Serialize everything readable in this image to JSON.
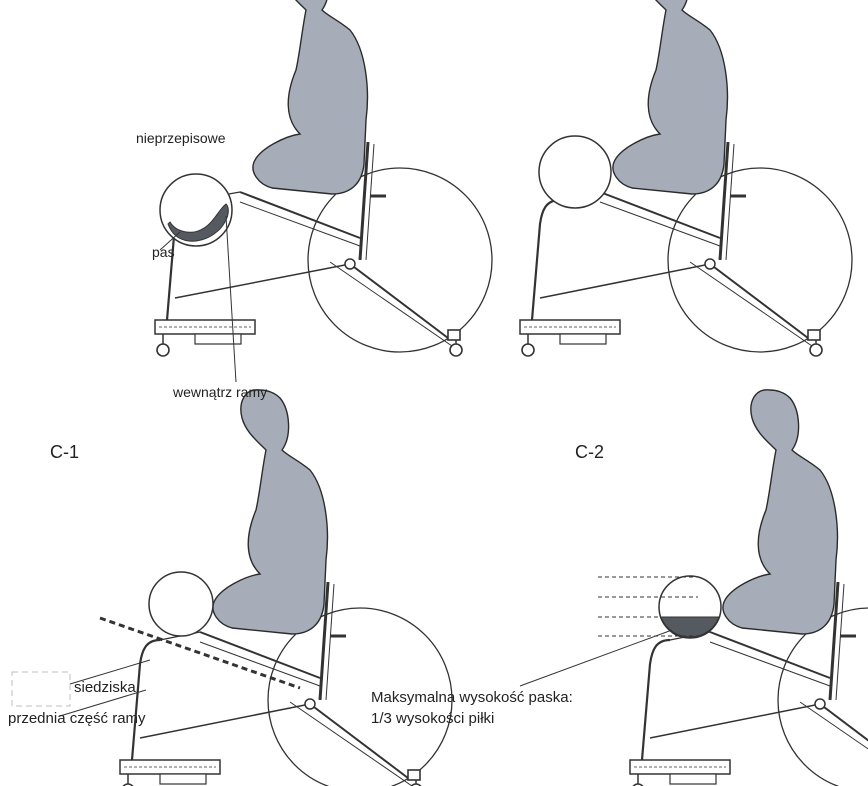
{
  "labels": {
    "not_regulation": "nieprzepisowe",
    "strap": "pas",
    "inside_frame": "wewnątrz ramy",
    "panel_c1": "C-1",
    "panel_c2": "C-2",
    "seat_partial": "siedziska",
    "front_frame": "przednia część ramy",
    "max_height_line1": "Maksymalna wysokość paska:",
    "max_height_line2": "1/3 wysokości piłki"
  },
  "colors": {
    "body": "#a7adb8",
    "body_stroke": "#2b2b2b",
    "line": "#333333",
    "strap_fill": "#555a60",
    "text": "#222222"
  }
}
